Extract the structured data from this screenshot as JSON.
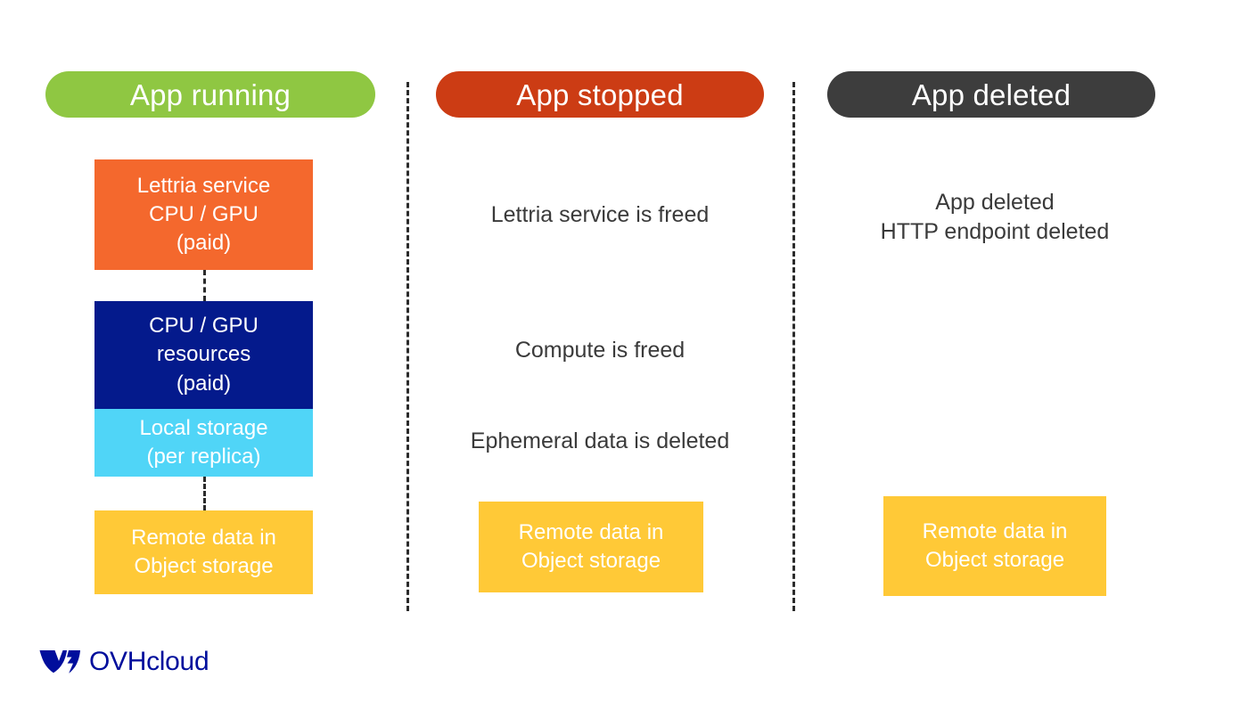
{
  "palette": {
    "background": "#ffffff",
    "green": "#8fc742",
    "red_orange": "#cc3c14",
    "dark_gray": "#3d3d3d",
    "orange": "#f4682d",
    "navy": "#041a8c",
    "cyan": "#50d5f7",
    "yellow": "#ffc937",
    "text_dark": "#3a3a3a",
    "dash": "#2b2b2b",
    "logo_blue": "#000e9c"
  },
  "columns": [
    {
      "id": "app-running",
      "header": "App running",
      "header_color": "#8fc742",
      "boxes": [
        {
          "id": "lettria-service",
          "color": "#f4682d",
          "lines": [
            "Lettria service",
            "CPU / GPU",
            "(paid)"
          ]
        },
        {
          "id": "cpu-gpu-resources",
          "color": "#041a8c",
          "lines": [
            "CPU / GPU",
            "resources",
            "(paid)"
          ]
        },
        {
          "id": "local-storage",
          "color": "#50d5f7",
          "lines": [
            "Local storage",
            "(per replica)"
          ]
        },
        {
          "id": "remote-object-storage",
          "color": "#ffc937",
          "lines": [
            "Remote data in",
            "Object storage"
          ]
        }
      ]
    },
    {
      "id": "app-stopped",
      "header": "App stopped",
      "header_color": "#cc3c14",
      "notes": [
        {
          "id": "lettria-service-freed",
          "text": "Lettria service is freed"
        },
        {
          "id": "compute-freed",
          "text": "Compute is freed"
        },
        {
          "id": "ephemeral-data-deleted",
          "text": "Ephemeral data is deleted"
        }
      ],
      "boxes": [
        {
          "id": "remote-object-storage",
          "color": "#ffc937",
          "lines": [
            "Remote data in",
            "Object storage"
          ]
        }
      ]
    },
    {
      "id": "app-deleted",
      "header": "App deleted",
      "header_color": "#3d3d3d",
      "notes": [
        {
          "id": "app-http-deleted",
          "text": "App deleted\nHTTP endpoint deleted"
        }
      ],
      "boxes": [
        {
          "id": "remote-object-storage",
          "color": "#ffc937",
          "lines": [
            "Remote data in",
            "Object storage"
          ]
        }
      ]
    }
  ],
  "logo": {
    "name": "OVHcloud",
    "wordmark": "OVHcloud"
  }
}
